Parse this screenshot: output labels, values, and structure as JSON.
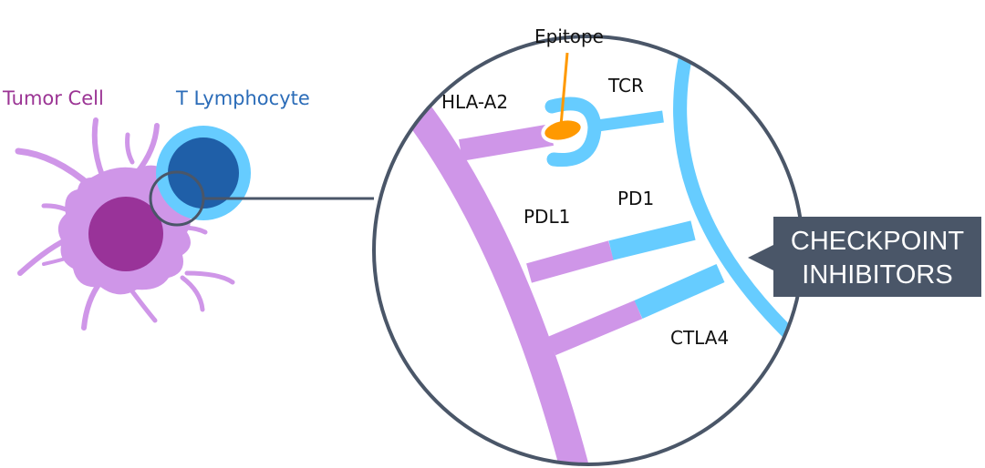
{
  "labels": {
    "tumor_cell": "Tumor Cell",
    "t_lymphocyte": "T Lymphocyte",
    "epitope": "Epitope",
    "hla_a2": "HLA-A2",
    "tcr": "TCR",
    "pd1": "PD1",
    "pdl1": "PDL1",
    "ctla4": "CTLA4"
  },
  "callout": {
    "line1": "CHECKPOINT",
    "line2": "INHIBITORS"
  },
  "colors": {
    "tumor_label": "#9b3494",
    "t_label": "#2b6cb8",
    "tumor_membrane": "#cf96e8",
    "tumor_nucleus": "#993399",
    "t_cell_outer": "#66ccff",
    "t_cell_inner": "#1f5fa8",
    "epitope": "#ff9900",
    "outline": "#4a5668",
    "callout_bg": "#4a5668",
    "callout_text": "#ffffff",
    "text": "#111111"
  }
}
